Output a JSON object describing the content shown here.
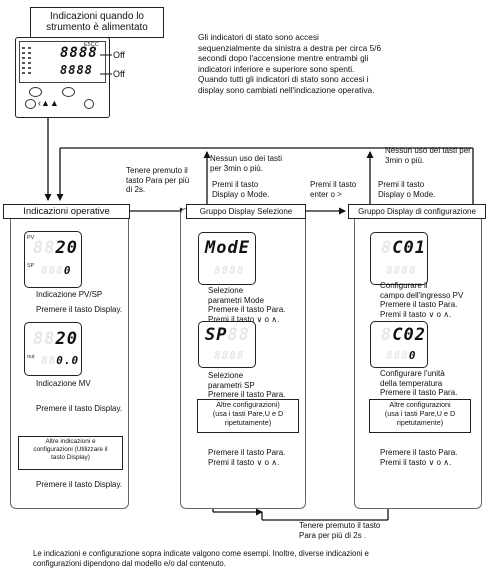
{
  "power_on": {
    "title": "Indicazioni quando lo\nstrumento è alimentato",
    "model_label": "E5CC",
    "upper_display": "8888",
    "lower_display": "8888",
    "off_upper": "Off",
    "off_lower": "Off",
    "description": "Gli indicatori di stato sono accesi\nsequenzialmente da sinistra a destra per circa 5/6\nsecondi dopo l'accensione mentre entrambi gli\nindicatori inferiore e superiore sono spenti.\nQuando tutti gli indicatori di stato sono accesi i\ndisplay sono cambiati nell'indicazione operativa."
  },
  "operation": {
    "title": "Indicazioni operative",
    "pv_display": {
      "tag_top": "PV",
      "tag_bottom": "SP",
      "upper": "20",
      "lower": "0"
    },
    "pv_caption": "Indicazione PV/SP",
    "pv_press": "Premere il tasto Display.",
    "mv_display": {
      "tag_bottom": "out",
      "upper": "20",
      "lower": "0.0"
    },
    "mv_caption": "Indicazione MV",
    "mv_press": "Premere il tasto Display.",
    "other_box": "Altre indicazioni e\nconfigurazioni (Utilizzare il\ntasto Display)",
    "other_press": "Premere il tasto Display."
  },
  "display_group": {
    "title": "Gruppo Display Selezione",
    "mode_display": {
      "upper": "ModE"
    },
    "mode_caption": "Selezione\nparametri Mode\nPremere il tasto Para.\nPremi il tasto ∨ o ∧.",
    "sp_display": {
      "upper": "SP"
    },
    "sp_caption": "Selezione\nparametri SP\nPremere il tasto Para.\nPremi il tasto ∨ o ∧.",
    "other_box": "Altre configurazioni)\n(usa i tasti Pare,U e D\nripetutamente)",
    "other_press": "Premere il tasto Para.\nPremi il tasto ∨ o ∧."
  },
  "config_group": {
    "title": "Gruppo Display di configurazione",
    "c01_display": {
      "upper": "C01"
    },
    "c01_caption": "Configurare il\ncampo dell'ingresso PV\nPremere il tasto Para.\nPremi il tasto ∨ o ∧.",
    "c02_display": {
      "upper": "C02",
      "lower": "0"
    },
    "c02_caption": "Configurare l'unità\ndella temperatura\nPremere il tasto Para.\nPremi il tasto ∨ o ∧.",
    "other_box": "Altre configurazioni\n(usa i tasti Pare,U e D\nripetutamente)",
    "other_press": "Premere il tasto Para.\nPremi il tasto ∨ o ∧."
  },
  "transitions": {
    "hold_para": "Tenere premuto il\ntasto Para per più\ndi 2s.",
    "no_keys_center": "Nessun uso dei tasti\nper 3min o più.",
    "press_display_mode_center": "Premi il tasto\nDisplay o Mode.",
    "press_enter": "Premi il tasto\nenter o >",
    "no_keys_right": "Nessun uso dei tasti per\n3min o più.",
    "press_display_mode_right": "Premi il tasto\nDisplay o Mode.",
    "hold_para_bottom": "Tenere premuto il tasto\nPara per più di 2s ."
  },
  "footnote": "Le indicazioni e configurazione sopra indicate valgono come esempi. Inoltre, diverse indicazioni e\nconfigurazioni dipendono dal modello e/o dal contenuto."
}
